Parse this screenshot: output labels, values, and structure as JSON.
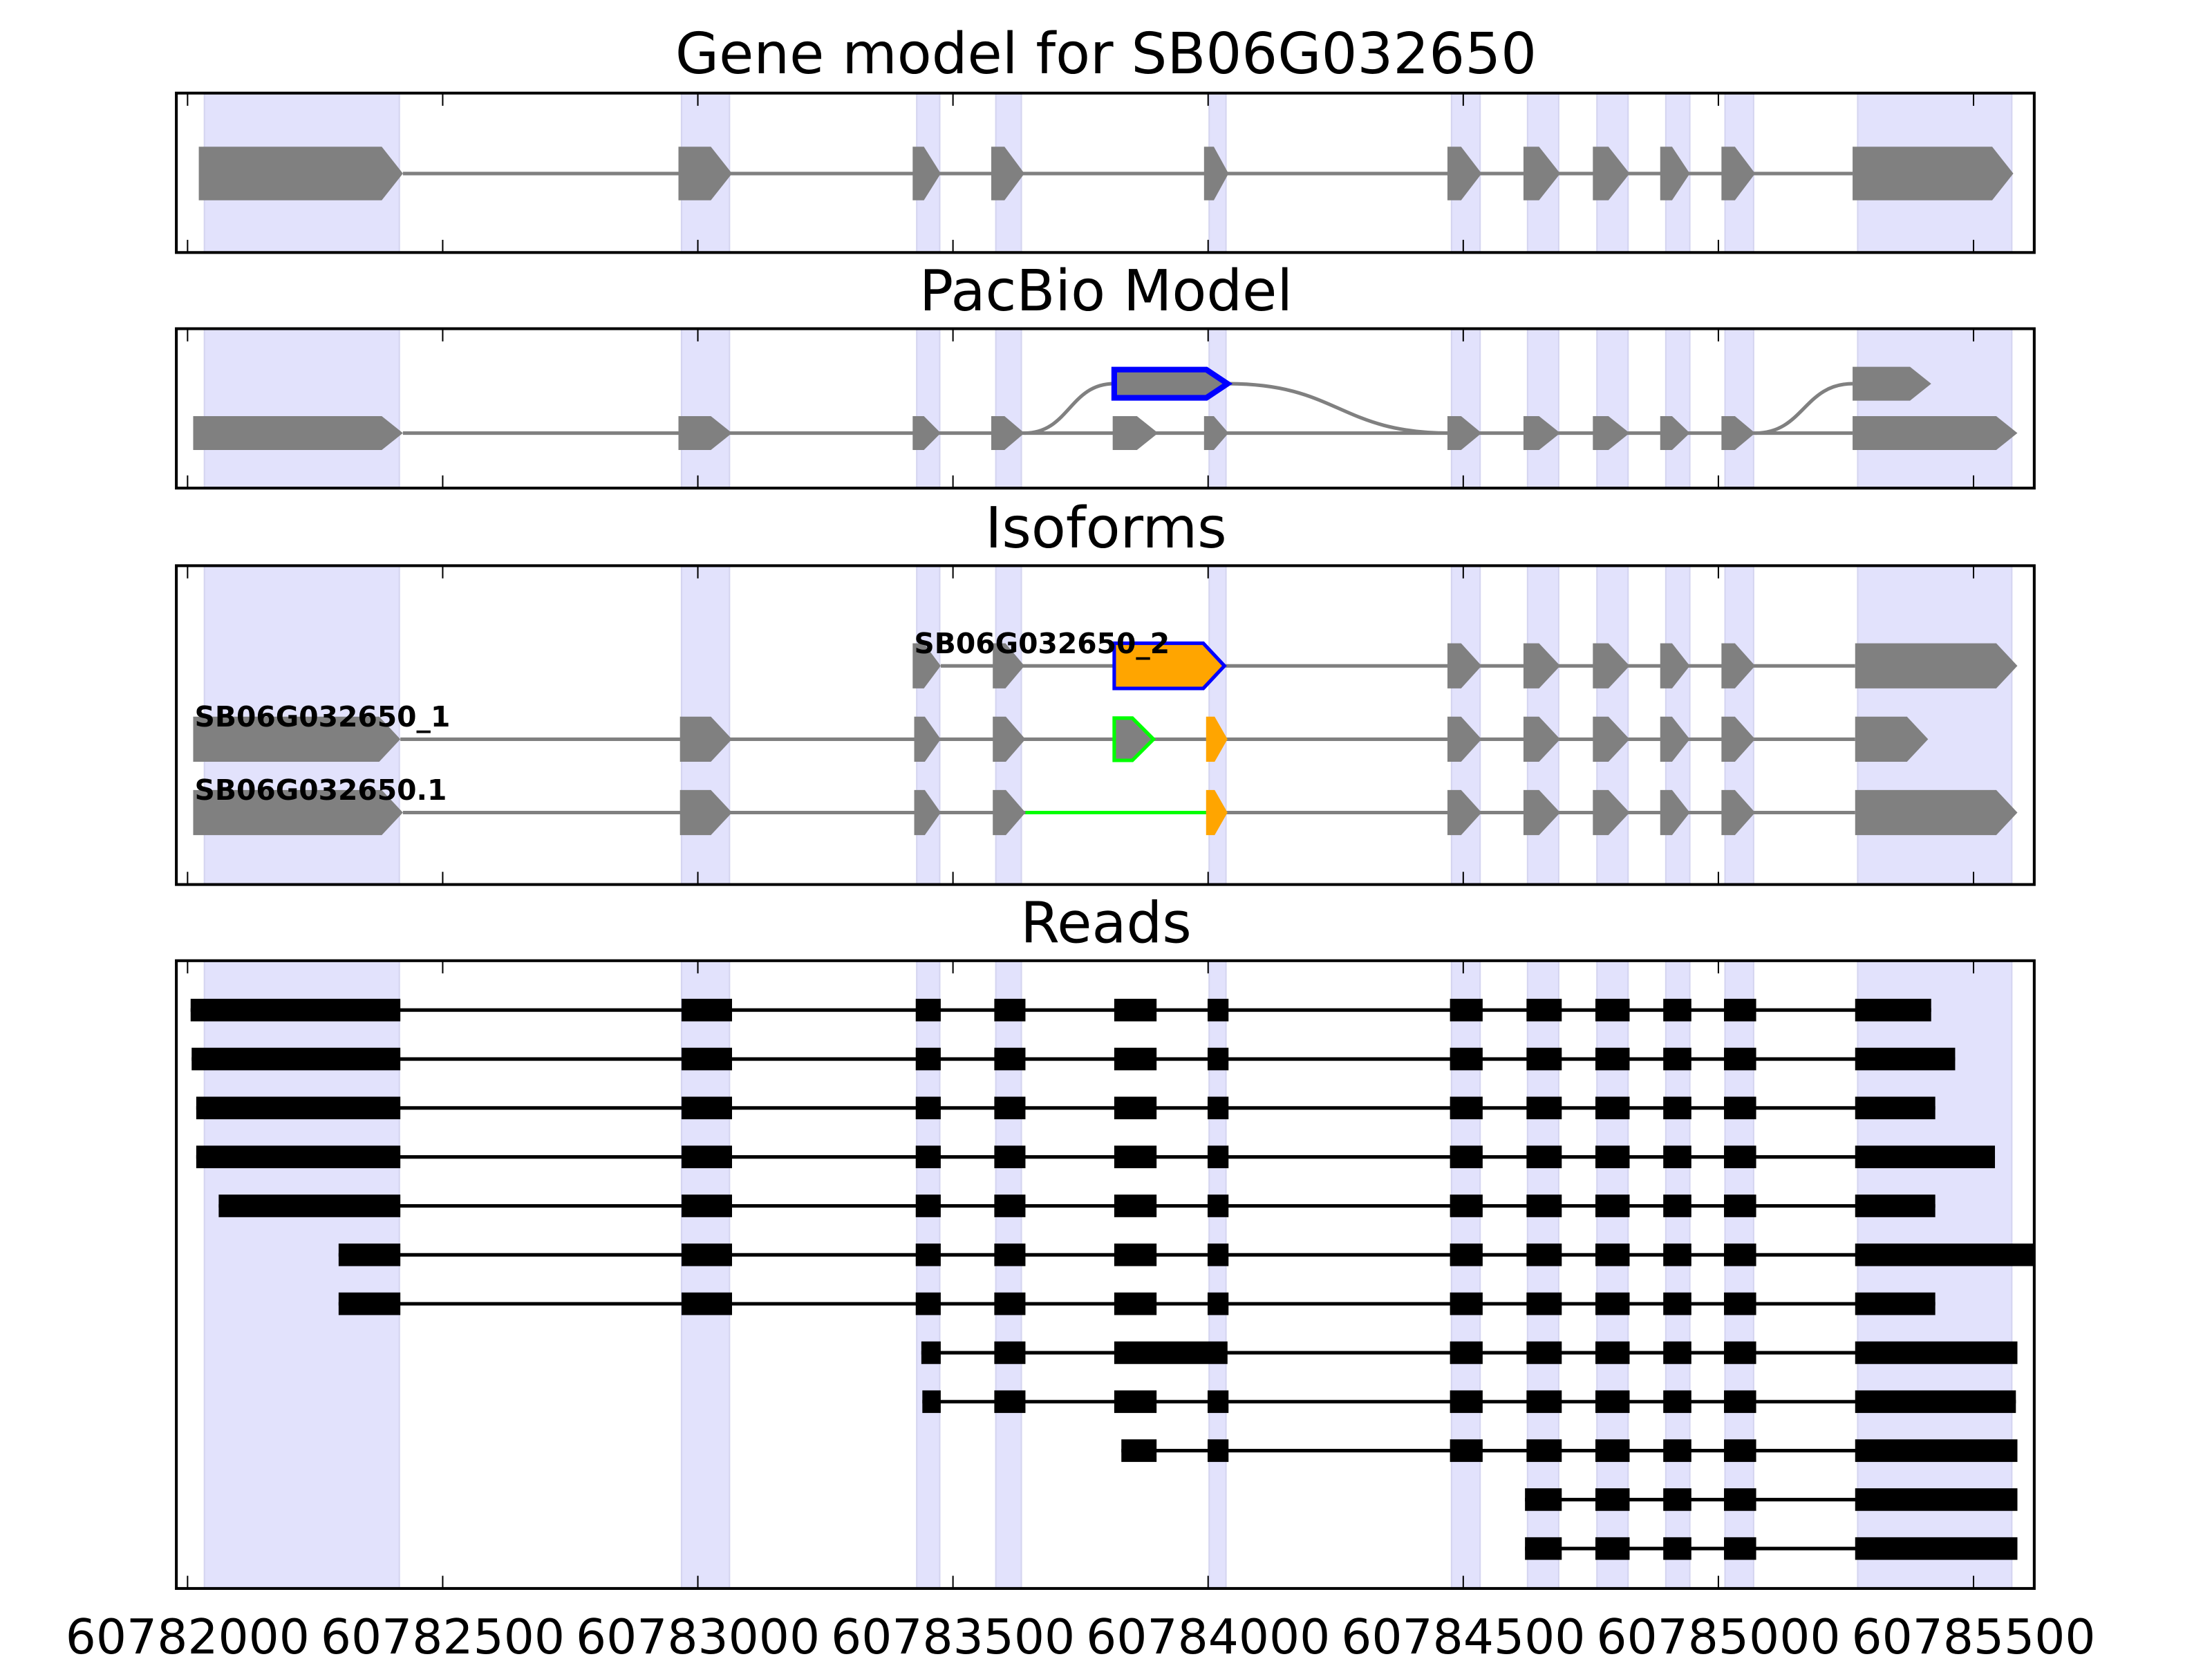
{
  "chart_data": {
    "type": "gene-track",
    "xlim": [
      60781978,
      60785619
    ],
    "xticks": [
      60782000,
      60782500,
      60783000,
      60783500,
      60784000,
      60784500,
      60785000,
      60785500
    ],
    "xtick_labels": [
      "60782000",
      "60782500",
      "60783000",
      "60783500",
      "60784000",
      "60784500",
      "60785000",
      "60785500"
    ],
    "shaded_regions": [
      [
        60782033,
        60782415
      ],
      [
        60782968,
        60783062
      ],
      [
        60783429,
        60783474
      ],
      [
        60783584,
        60783634
      ],
      [
        60784002,
        60784035
      ],
      [
        60784477,
        60784533
      ],
      [
        60784626,
        60784687
      ],
      [
        60784762,
        60784823
      ],
      [
        60784897,
        60784944
      ],
      [
        60785013,
        60785069
      ],
      [
        60785273,
        60785575
      ]
    ],
    "colors": {
      "exon": "#808080",
      "shade": "#e2e2fc",
      "read": "#000000",
      "highlight_outline": "#0000ff",
      "alt_outline": "#00ff00",
      "novel_exon": "#ffa500"
    },
    "panels": [
      {
        "title": "Gene model for SB06G032650",
        "exons": [
          [
            60782022,
            60782422
          ],
          [
            60782962,
            60783067
          ],
          [
            60783421,
            60783476
          ],
          [
            60783575,
            60783640
          ],
          [
            60783992,
            60784040
          ],
          [
            60784469,
            60784536
          ],
          [
            60784618,
            60784690
          ],
          [
            60784754,
            60784826
          ],
          [
            60784886,
            60784944
          ],
          [
            60785006,
            60785072
          ],
          [
            60785263,
            60785578
          ]
        ]
      },
      {
        "title": "PacBio Model",
        "rows": [
          {
            "exons": [
              [
                60782011,
                60782422
              ],
              [
                60782962,
                60783067
              ],
              [
                60783421,
                60783476
              ],
              [
                60783575,
                60783640
              ],
              [
                60783813,
                60783902
              ],
              [
                60783992,
                60784040
              ],
              [
                60784469,
                60784536
              ],
              [
                60784618,
                60784690
              ],
              [
                60784754,
                60784826
              ],
              [
                60784886,
                60784944
              ],
              [
                60785006,
                60785072
              ],
              [
                60785263,
                60785586
              ]
            ]
          },
          {
            "exons": [
              [
                60783816,
                60784038,
                "highlight"
              ],
              [
                60785263,
                60785417
              ]
            ]
          }
        ],
        "connections": [
          [
            60783640,
            0,
            60783816,
            1
          ],
          [
            60784038,
            1,
            60784474,
            0
          ],
          [
            60785072,
            0,
            60785263,
            1
          ]
        ]
      },
      {
        "title": "Isoforms",
        "isoforms": [
          {
            "name": "SB06G032650_2",
            "exons": [
              [
                60783421,
                60783476
              ],
              [
                60783578,
                60783640
              ],
              [
                60783816,
                60784032,
                "novel-highlight"
              ],
              [
                60784469,
                60784536
              ],
              [
                60784618,
                60784690
              ],
              [
                60784754,
                60784826
              ],
              [
                60784886,
                60784944
              ],
              [
                60785006,
                60785072
              ],
              [
                60785268,
                60785586
              ]
            ],
            "alt_intron": null
          },
          {
            "name": "SB06G032650_1",
            "exons": [
              [
                60782011,
                60782417
              ],
              [
                60782965,
                60783067
              ],
              [
                60783424,
                60783476
              ],
              [
                60783578,
                60783642
              ],
              [
                60783816,
                60783893,
                "alt"
              ],
              [
                60783996,
                60784038,
                "novel"
              ],
              [
                60784469,
                60784536
              ],
              [
                60784618,
                60784690
              ],
              [
                60784754,
                60784826
              ],
              [
                60784886,
                60784944
              ],
              [
                60785006,
                60785072
              ],
              [
                60785268,
                60785411
              ]
            ],
            "alt_intron": null
          },
          {
            "name": "SB06G032650.1",
            "exons": [
              [
                60782011,
                60782422
              ],
              [
                60782965,
                60783067
              ],
              [
                60783424,
                60783476
              ],
              [
                60783578,
                60783642
              ],
              [
                60783996,
                60784038,
                "novel"
              ],
              [
                60784469,
                60784536
              ],
              [
                60784618,
                60784690
              ],
              [
                60784754,
                60784826
              ],
              [
                60784886,
                60784944
              ],
              [
                60785006,
                60785072
              ],
              [
                60785268,
                60785586
              ]
            ],
            "alt_intron": [
              60783642,
              60783996
            ]
          }
        ]
      },
      {
        "title": "Reads",
        "reads": [
          [
            [
              60782006,
              60782417
            ],
            [
              60782968,
              60783067
            ],
            [
              60783427,
              60783476
            ],
            [
              60783581,
              60783642
            ],
            [
              60783816,
              60783899
            ],
            [
              60783999,
              60784040
            ],
            [
              60784474,
              60784538
            ],
            [
              60784624,
              60784693
            ],
            [
              60784759,
              60784826
            ],
            [
              60784892,
              60784947
            ],
            [
              60785011,
              60785074
            ],
            [
              60785268,
              60785417
            ]
          ],
          [
            [
              60782008,
              60782417
            ],
            [
              60782968,
              60783067
            ],
            [
              60783427,
              60783476
            ],
            [
              60783581,
              60783642
            ],
            [
              60783816,
              60783899
            ],
            [
              60783999,
              60784040
            ],
            [
              60784474,
              60784538
            ],
            [
              60784624,
              60784693
            ],
            [
              60784759,
              60784826
            ],
            [
              60784892,
              60784947
            ],
            [
              60785011,
              60785074
            ],
            [
              60785268,
              60785464
            ]
          ],
          [
            [
              60782017,
              60782417
            ],
            [
              60782968,
              60783067
            ],
            [
              60783427,
              60783476
            ],
            [
              60783581,
              60783642
            ],
            [
              60783816,
              60783899
            ],
            [
              60783999,
              60784040
            ],
            [
              60784474,
              60784538
            ],
            [
              60784624,
              60784693
            ],
            [
              60784759,
              60784826
            ],
            [
              60784892,
              60784947
            ],
            [
              60785011,
              60785074
            ],
            [
              60785268,
              60785425
            ]
          ],
          [
            [
              60782017,
              60782417
            ],
            [
              60782968,
              60783067
            ],
            [
              60783427,
              60783476
            ],
            [
              60783581,
              60783642
            ],
            [
              60783816,
              60783899
            ],
            [
              60783999,
              60784040
            ],
            [
              60784474,
              60784538
            ],
            [
              60784624,
              60784693
            ],
            [
              60784759,
              60784826
            ],
            [
              60784892,
              60784947
            ],
            [
              60785011,
              60785074
            ],
            [
              60785268,
              60785542
            ]
          ],
          [
            [
              60782061,
              60782417
            ],
            [
              60782968,
              60783067
            ],
            [
              60783427,
              60783476
            ],
            [
              60783581,
              60783642
            ],
            [
              60783816,
              60783899
            ],
            [
              60783999,
              60784040
            ],
            [
              60784474,
              60784538
            ],
            [
              60784624,
              60784693
            ],
            [
              60784759,
              60784826
            ],
            [
              60784892,
              60784947
            ],
            [
              60785011,
              60785074
            ],
            [
              60785268,
              60785425
            ]
          ],
          [
            [
              60782296,
              60782417
            ],
            [
              60782968,
              60783067
            ],
            [
              60783427,
              60783476
            ],
            [
              60783581,
              60783642
            ],
            [
              60783816,
              60783899
            ],
            [
              60783999,
              60784040
            ],
            [
              60784474,
              60784538
            ],
            [
              60784624,
              60784693
            ],
            [
              60784759,
              60784826
            ],
            [
              60784892,
              60784947
            ],
            [
              60785011,
              60785074
            ],
            [
              60785268,
              60785619
            ]
          ],
          [
            [
              60782296,
              60782417
            ],
            [
              60782968,
              60783067
            ],
            [
              60783427,
              60783476
            ],
            [
              60783581,
              60783642
            ],
            [
              60783816,
              60783899
            ],
            [
              60783999,
              60784040
            ],
            [
              60784474,
              60784538
            ],
            [
              60784624,
              60784693
            ],
            [
              60784759,
              60784826
            ],
            [
              60784892,
              60784947
            ],
            [
              60785011,
              60785074
            ],
            [
              60785268,
              60785425
            ]
          ],
          [
            [
              60783438,
              60783476
            ],
            [
              60783581,
              60783642
            ],
            [
              60783816,
              60784038
            ],
            [
              60784474,
              60784538
            ],
            [
              60784624,
              60784693
            ],
            [
              60784759,
              60784826
            ],
            [
              60784892,
              60784947
            ],
            [
              60785011,
              60785074
            ],
            [
              60785268,
              60785586
            ]
          ],
          [
            [
              60783440,
              60783476
            ],
            [
              60783581,
              60783642
            ],
            [
              60783816,
              60783899
            ],
            [
              60783999,
              60784040
            ],
            [
              60784474,
              60784538
            ],
            [
              60784624,
              60784693
            ],
            [
              60784759,
              60784826
            ],
            [
              60784892,
              60784947
            ],
            [
              60785011,
              60785074
            ],
            [
              60785268,
              60785583
            ]
          ],
          [
            [
              60783830,
              60783899
            ],
            [
              60783999,
              60784040
            ],
            [
              60784474,
              60784538
            ],
            [
              60784624,
              60784693
            ],
            [
              60784759,
              60784826
            ],
            [
              60784892,
              60784947
            ],
            [
              60785011,
              60785074
            ],
            [
              60785268,
              60785586
            ]
          ],
          [
            [
              60784621,
              60784693
            ],
            [
              60784759,
              60784826
            ],
            [
              60784892,
              60784947
            ],
            [
              60785011,
              60785074
            ],
            [
              60785268,
              60785586
            ]
          ],
          [
            [
              60784621,
              60784693
            ],
            [
              60784759,
              60784826
            ],
            [
              60784892,
              60784947
            ],
            [
              60785011,
              60785074
            ],
            [
              60785268,
              60785586
            ]
          ]
        ]
      }
    ]
  }
}
